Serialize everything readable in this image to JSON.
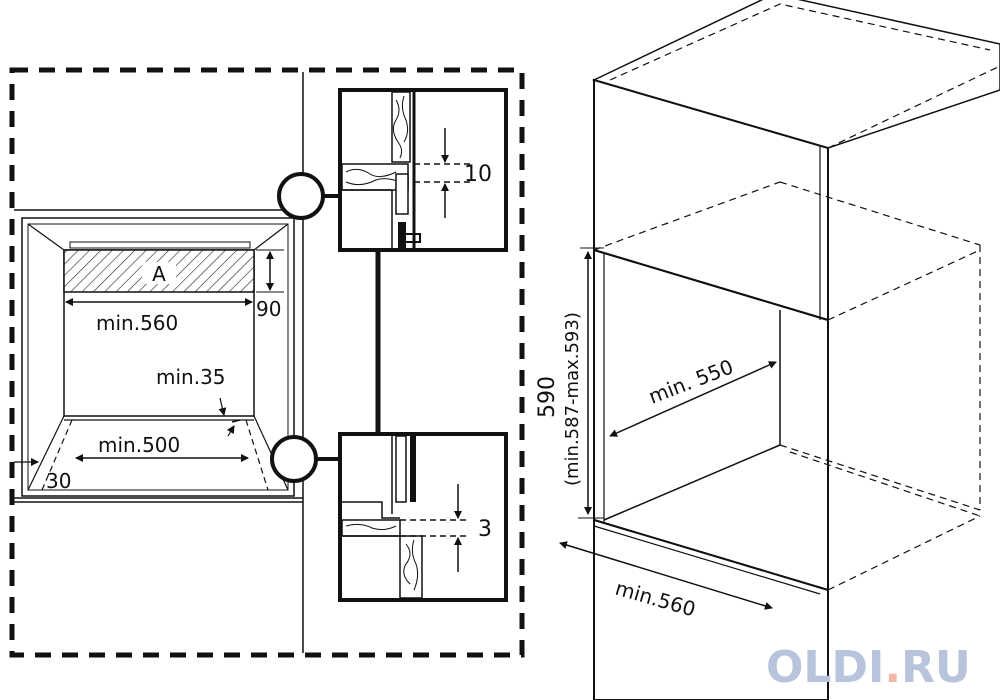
{
  "front_view": {
    "label_a": "A",
    "dim_width_top": "min.560",
    "dim_height_a": "90",
    "dim_depth_35": "min.35",
    "dim_width_bottom": "min.500",
    "dim_side_30": "30"
  },
  "detail_top": {
    "gap": "10"
  },
  "detail_bottom": {
    "gap": "3"
  },
  "cabinet_view": {
    "height_nominal": "590",
    "height_range": "(min.587-max.593)",
    "depth": "min. 550",
    "width": "min.560"
  },
  "watermark": {
    "part1": "OLDI",
    "dot": ".",
    "part2": "RU",
    "colors": {
      "main": "#b8c3dc",
      "dot": "#f2b8a8"
    }
  }
}
